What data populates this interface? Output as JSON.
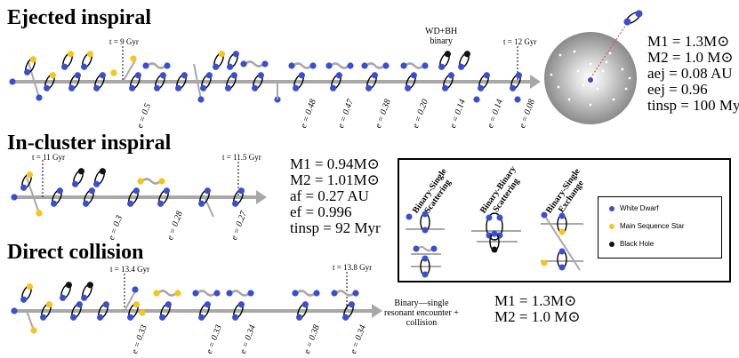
{
  "panels": {
    "ejected": {
      "title": "Ejected inspiral",
      "t_start": "t = 9 Gyr",
      "t_end": "t = 12 Gyr",
      "wd_bh_label_line1": "WD+BH",
      "wd_bh_label_line2": "binary",
      "eccentricities": [
        "e = 0.5",
        "e = 0.48",
        "e = 0.47",
        "e = 0.38",
        "e = 0.20",
        "e = 0.14",
        "e = 0.14",
        "e = 0.08"
      ],
      "params": {
        "m1": "M1 = 1.3M⊙",
        "m2": "M2 = 1.0 M⊙",
        "a": "aej = 0.08 AU",
        "e": "eej = 0.96",
        "t": "tinsp = 100 Myr"
      }
    },
    "incluster": {
      "title": "In-cluster inspiral",
      "t_start": "t = 11 Gyr",
      "t_end": "t = 11.5 Gyr",
      "eccentricities": [
        "e = 0.3",
        "e = 0.28",
        "e = 0.27"
      ],
      "params": {
        "m1": "M1 = 0.94M⊙",
        "m2": "M2 = 1.01M⊙",
        "a": "af = 0.27 AU",
        "e": "ef = 0.996",
        "t": "tinsp = 92 Myr"
      }
    },
    "collision": {
      "title": "Direct collision",
      "t_start": "t = 13.4 Gyr",
      "t_end": "t = 13.8 Gyr",
      "eccentricities": [
        "e = 0.33",
        "e = 0.33",
        "e = 0.34",
        "e = 0.38",
        "e = 0.34"
      ],
      "note_line1": "Binary—single",
      "note_line2": "resonant encounter +",
      "note_line3": "collision",
      "params": {
        "m1": "M1 = 1.3M⊙",
        "m2": "M2 = 1.0 M⊙"
      }
    }
  },
  "legend": {
    "processes": [
      {
        "line1": "Binary-Single",
        "line2": "Scattering"
      },
      {
        "line1": "Binary-Binary",
        "line2": "Scattering"
      },
      {
        "line1": "Binary-Single",
        "line2": "Exchange"
      }
    ],
    "items": [
      {
        "label": "White Dwarf",
        "color": "#3a4fd0"
      },
      {
        "label": "Main Sequence Star",
        "color": "#f5c518"
      },
      {
        "label": "Black Hole",
        "color": "#111111"
      }
    ]
  },
  "colors": {
    "white_dwarf": "#3a4fd0",
    "main_sequence": "#f5c518",
    "black_hole": "#111111",
    "arrow": "#a8a8a8"
  }
}
